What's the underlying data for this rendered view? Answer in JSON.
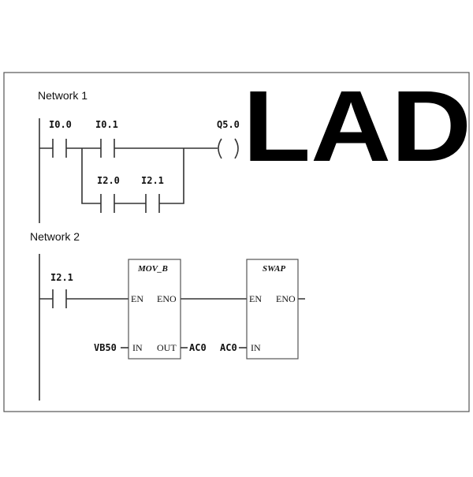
{
  "colors": {
    "background": "#ffffff",
    "ink": "#111111",
    "frame": "#555555"
  },
  "overlay_title": "LAD",
  "network1": {
    "title": "Network 1",
    "contacts": [
      "I0.0",
      "I0.1",
      "I2.0",
      "I2.1"
    ],
    "coil": "Q5.0"
  },
  "network2": {
    "title": "Network 2",
    "contact": "I2.1",
    "mov_b": {
      "title": "MOV_B",
      "en": "EN",
      "eno": "ENO",
      "in": "IN",
      "out": "OUT",
      "in_operand": "VB50",
      "out_operand": "AC0"
    },
    "swap": {
      "title": "SWAP",
      "en": "EN",
      "eno": "ENO",
      "in": "IN",
      "in_operand": "AC0"
    }
  }
}
